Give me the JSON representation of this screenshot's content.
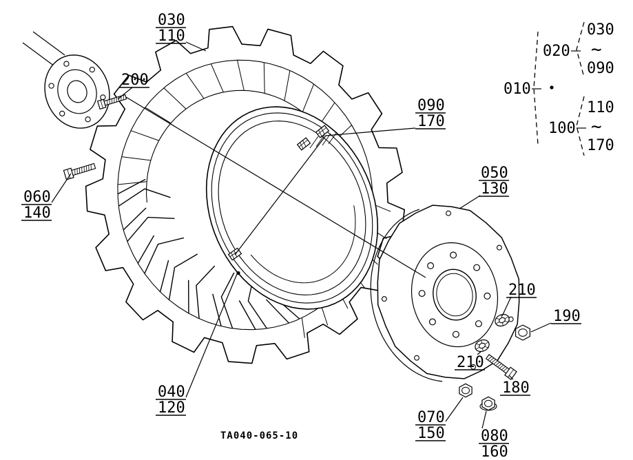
{
  "diagram": {
    "drawing_number": "TA040-065-10",
    "callouts": {
      "tire_a": "030",
      "tire_b": "110",
      "bolt_200": "200",
      "clamp_a": "090",
      "clamp_b": "170",
      "hub_bolt_a": "060",
      "hub_bolt_b": "140",
      "disc_a": "050",
      "disc_b": "130",
      "washer_upper": "210",
      "nut_190": "190",
      "washer_lower": "210",
      "bolt_180": "180",
      "rim_a": "040",
      "rim_b": "120",
      "nut_a": "070",
      "nut_b": "150",
      "flange_nut_a": "080",
      "flange_nut_b": "160"
    },
    "legend": {
      "assembly": "010",
      "tire_group": "020",
      "tire_group_from": "030",
      "tire_group_tilde": "~",
      "tire_group_to": "090",
      "rim_group": "100",
      "rim_group_from": "110",
      "rim_group_tilde": "~",
      "rim_group_to": "170"
    }
  }
}
